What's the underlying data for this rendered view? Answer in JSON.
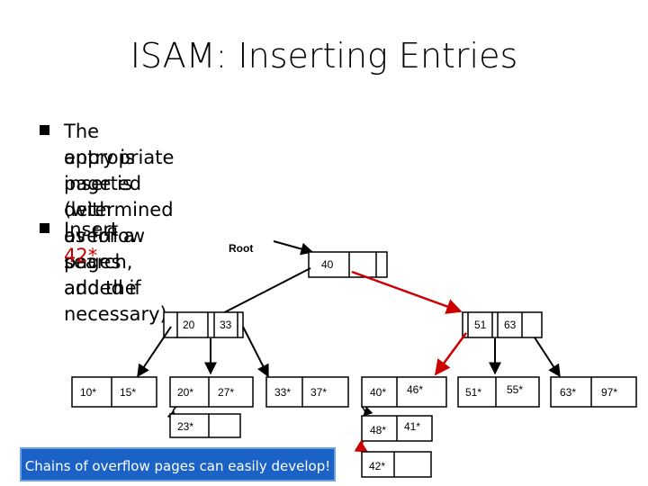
{
  "slide": {
    "title": "ISAM: Inserting Entries",
    "bullet1_line1": "The appropriate page is determined as for a search, and the",
    "bullet1_line2": "entry is inserted (with overflow pages added if necessary)",
    "bullet2_prefix": "Insert ",
    "bullet2_key": "42*",
    "callout": "Chains of overflow pages can easily develop!"
  },
  "tree": {
    "root_label": "Root",
    "root_key": "40",
    "left_index": [
      "20",
      "33"
    ],
    "right_index": [
      "51",
      "63"
    ],
    "leaves": [
      [
        "10*",
        "15*"
      ],
      [
        "20*",
        "27*"
      ],
      [
        "33*",
        "37*"
      ],
      [
        "40*",
        "46*"
      ],
      [
        "51*",
        "55*"
      ],
      [
        "63*",
        "97*"
      ]
    ],
    "overflow_page_a": [
      "23*"
    ],
    "overflow_page_b": [
      "48*",
      "41*"
    ],
    "overflow_page_c": [
      "42*"
    ]
  },
  "colors": {
    "insert_path": "#cc0000",
    "callout_bg": "#1b62c7"
  }
}
